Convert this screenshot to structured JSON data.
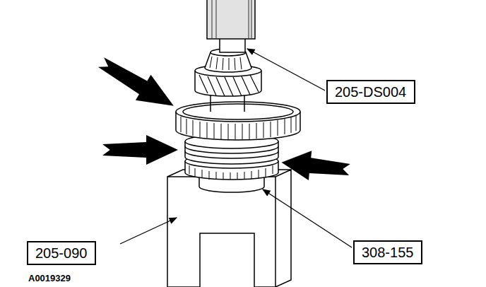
{
  "diagram": {
    "nodes": [
      {
        "text": [
          "205-DS004"
        ]
      },
      {
        "text": [
          "205-090"
        ]
      },
      {
        "text": [
          "308-155"
        ]
      }
    ],
    "labels": [
      "A0019329"
    ]
  }
}
